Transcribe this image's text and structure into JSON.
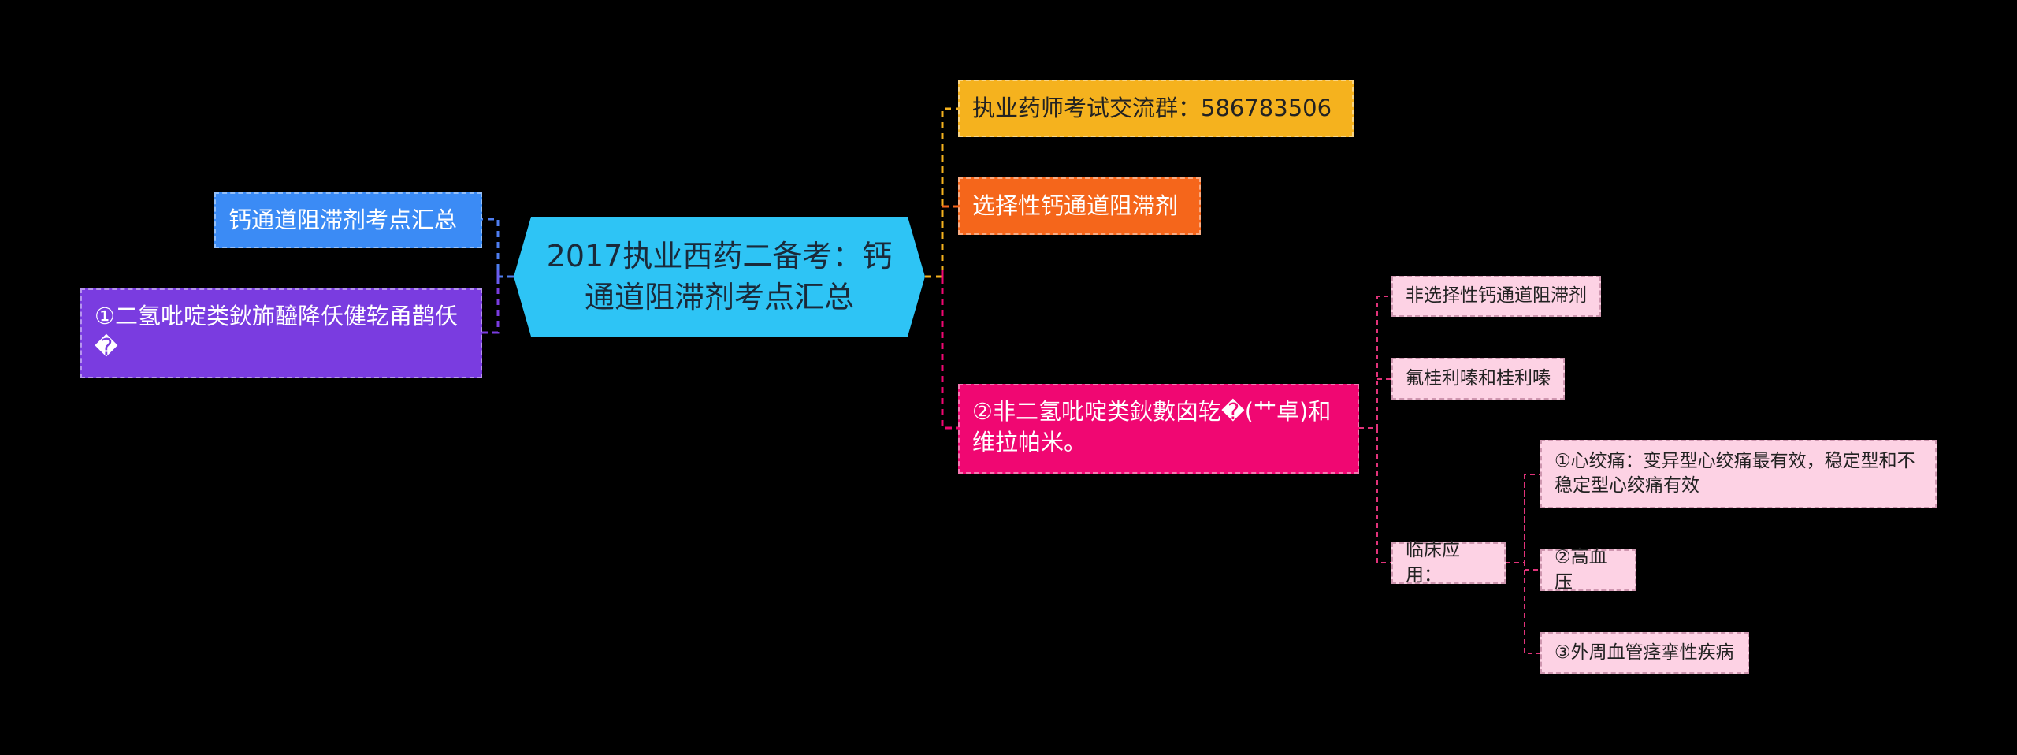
{
  "central": {
    "title": "2017执业西药二备考：钙通道阻滞剂考点汇总"
  },
  "left": [
    {
      "label": "钙通道阻滞剂考点汇总",
      "color": "#3b8bf5"
    },
    {
      "label": "①二氢吡啶类鈥斾醯降仸健䢀甬鹊仸�",
      "color": "#7a3ce0"
    }
  ],
  "right": [
    {
      "label": "执业药师考试交流群：586783506",
      "color": "#f5b21e"
    },
    {
      "label": "选择性钙通道阻滞剂",
      "color": "#f5661b"
    },
    {
      "label": "②非二氢吡啶类鈥數囟䢀�(艹卓)和维拉帕米。",
      "color": "#f00772"
    }
  ],
  "sub": [
    {
      "label": "非选择性钙通道阻滞剂"
    },
    {
      "label": "氟桂利嗪和桂利嗪"
    },
    {
      "label": "临床应用："
    }
  ],
  "clinical": [
    {
      "label": "①心绞痛：变异型心绞痛最有效，稳定型和不稳定型心绞痛有效"
    },
    {
      "label": "②高血压"
    },
    {
      "label": "③外周血管痉挛性疾病"
    }
  ],
  "colors": {
    "background": "#000000",
    "central": "#2ec4f5",
    "level2_fill": "#fdd2e4"
  }
}
